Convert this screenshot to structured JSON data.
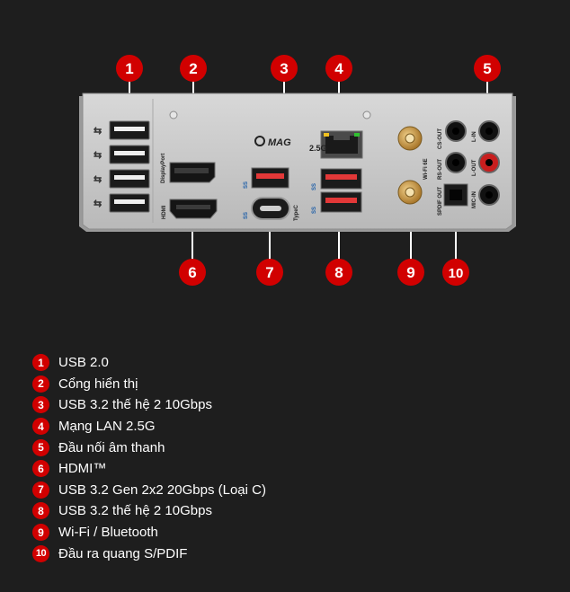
{
  "callouts": [
    {
      "number": "1",
      "label": "USB 2.0"
    },
    {
      "number": "2",
      "label": "Cổng hiển thị"
    },
    {
      "number": "3",
      "label": "USB 3.2 thế hệ 2 10Gbps"
    },
    {
      "number": "4",
      "label": "Mạng LAN 2.5G"
    },
    {
      "number": "5",
      "label": "Đầu nối âm thanh"
    },
    {
      "number": "6",
      "label": "HDMI™"
    },
    {
      "number": "7",
      "label": "USB 3.2 Gen 2x2 20Gbps (Loại C)"
    },
    {
      "number": "8",
      "label": "USB 3.2 thế hệ 2 10Gbps"
    },
    {
      "number": "9",
      "label": "Wi-Fi / Bluetooth"
    },
    {
      "number": "10",
      "label": "Đầu ra quang S/PDIF"
    }
  ],
  "panel_labels": {
    "hdmi": "HDMI",
    "displayport": "DisplayPort",
    "brand": "MAG",
    "typec": "TypeC",
    "lan": "2.5G",
    "wifi": "Wi-Fi 6E",
    "spdif": "SPDIF OUT",
    "cs_out": "CS-OUT",
    "rs_out": "RS-OUT",
    "l_in": "L-IN",
    "l_out": "L-OUT",
    "mic_in": "MIC-IN",
    "ss": "SS"
  },
  "colors": {
    "accent": "#d10000",
    "background": "#1e1e1e",
    "panel": "#c9c9c9"
  }
}
